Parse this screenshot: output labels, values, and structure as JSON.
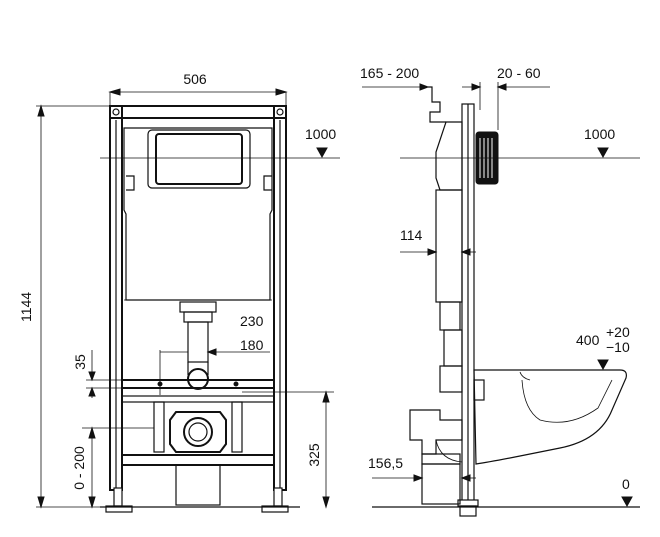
{
  "front_view": {
    "width_label": "506",
    "height_label": "1144",
    "level_label": "1000",
    "outlet_label": "230",
    "outlet_offset_label": "180",
    "inlet_label": "35",
    "height_adjust_label": "0 - 200",
    "waste_label": "325"
  },
  "side_view": {
    "depth_label": "165 - 200",
    "wall_label": "20 - 60",
    "level_label": "1000",
    "cistern_label": "114",
    "bowl_label": "400",
    "bowl_tolerance_plus": "+20",
    "bowl_tolerance_minus": "−10",
    "pan_label": "156,5",
    "floor_label": "0"
  }
}
